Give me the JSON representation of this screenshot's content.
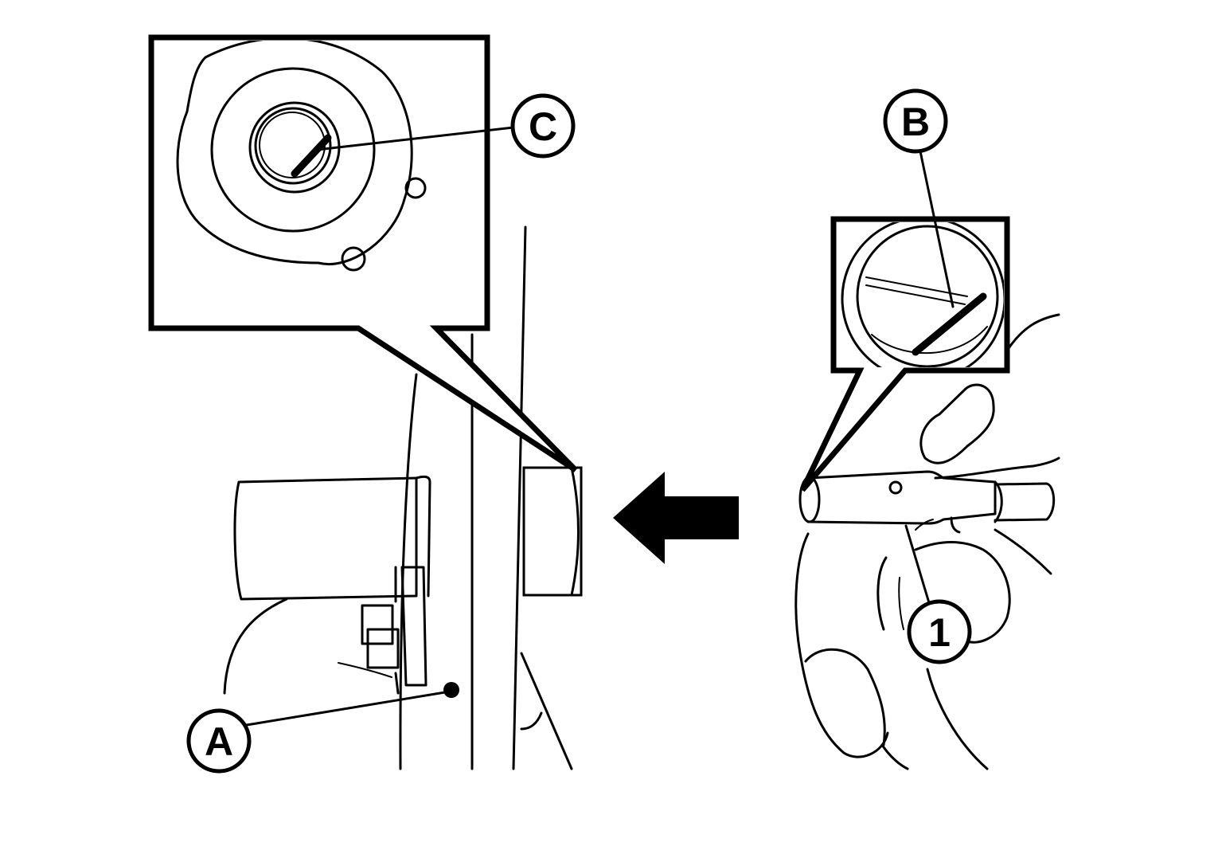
{
  "callouts": {
    "a": "A",
    "b": "B",
    "c": "C",
    "one": "1"
  },
  "colors": {
    "line": "#000000",
    "background": "#ffffff"
  },
  "icons": {
    "direction_arrow": "arrow-left-icon"
  }
}
